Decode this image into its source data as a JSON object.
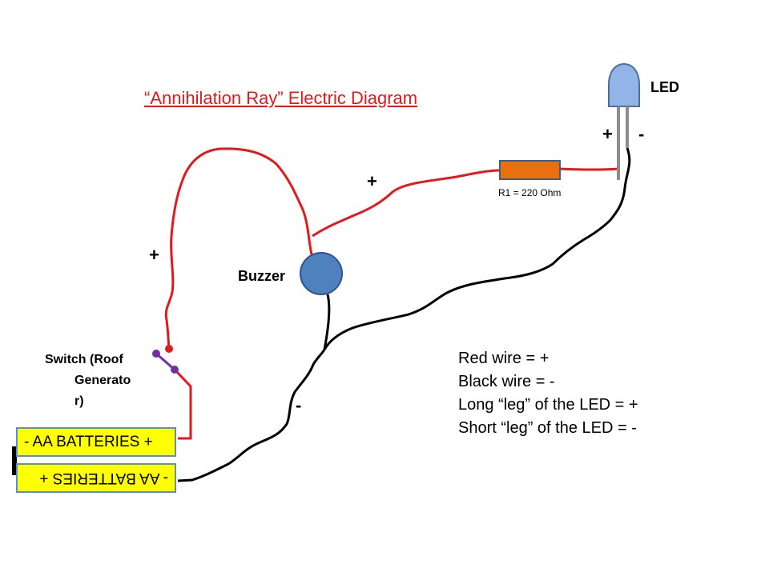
{
  "title": "“Annihilation Ray” Electric Diagram",
  "components": {
    "led_label": "LED",
    "led_plus": "+",
    "led_minus": "-",
    "resistor_label": "R1 = 220 Ohm",
    "buzzer_label": "Buzzer",
    "switch_label_line1": "Switch (Roof",
    "switch_label_line2": "Generato",
    "switch_label_line3": "r)",
    "battery_top": "- AA BATTERIES +",
    "battery_bottom": "- AA BATTERIES +"
  },
  "wire_signs": {
    "left_plus": "+",
    "middle_plus": "+",
    "bottom_minus": "-"
  },
  "legend": [
    "Red wire = +",
    "Black wire = -",
    "Long “leg” of the LED = +",
    "Short “leg” of the LED = -"
  ],
  "colors": {
    "red_wire": "#e3191b",
    "black_wire": "#000000",
    "resistor": "#e8700f",
    "buzzer": "#4f81bd",
    "led": "#93b4e6",
    "switch": "#7030a0",
    "battery": "#ffff00"
  }
}
